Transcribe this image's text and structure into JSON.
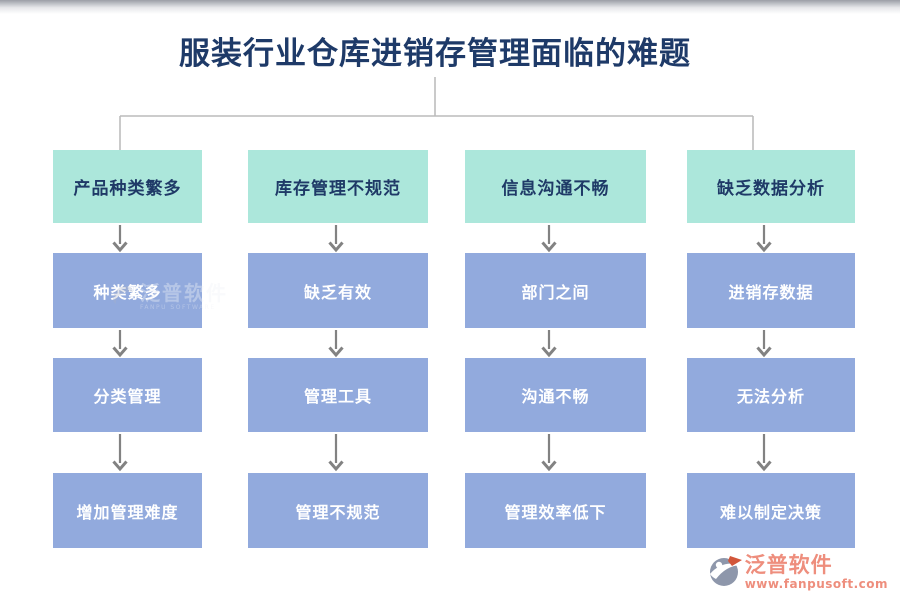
{
  "title": "服装行业仓库进销存管理面临的难题",
  "columns": [
    {
      "header": "产品种类繁多",
      "items": [
        "种类繁多",
        "分类管理",
        "增加管理难度"
      ]
    },
    {
      "header": "库存管理不规范",
      "items": [
        "缺乏有效",
        "管理工具",
        "管理不规范"
      ]
    },
    {
      "header": "信息沟通不畅",
      "items": [
        "部门之间",
        "沟通不畅",
        "管理效率低下"
      ]
    },
    {
      "header": "缺乏数据分析",
      "items": [
        "进销存数据",
        "无法分析",
        "难以制定决策"
      ]
    }
  ],
  "watermark": {
    "text": "泛普软件",
    "subtext": "FANPU SOFTWARE"
  },
  "logo": {
    "name": "泛普软件",
    "url": "www.fanpusoft.com"
  },
  "colors": {
    "title_text": "#1e3a68",
    "header_bg": "#ace7db",
    "header_text": "#1f3a67",
    "item_bg": "#92aadd",
    "item_text": "#ffffff",
    "connector": "#bcbcbc",
    "arrow": "#828282",
    "logo_text": "#ee8e7d",
    "logo_icon": "#8e97ab",
    "logo_accent": "#d2563a"
  }
}
